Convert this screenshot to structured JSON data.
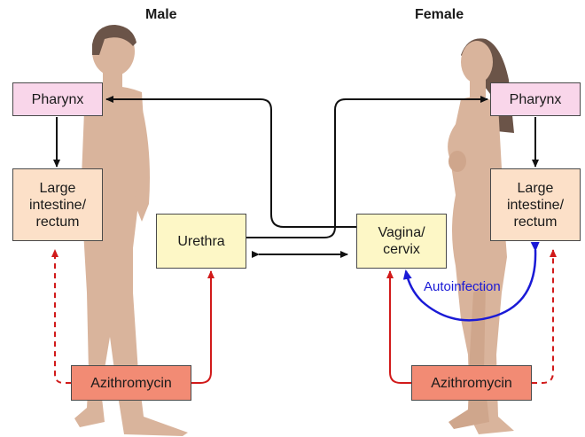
{
  "headers": {
    "male": "Male",
    "female": "Female"
  },
  "male": {
    "pharynx": "Pharynx",
    "intestine": "Large\nintestine/\nrectum",
    "urethra": "Urethra",
    "azithromycin": "Azithromycin"
  },
  "female": {
    "pharynx": "Pharynx",
    "intestine": "Large\nintestine/\nrectum",
    "vagina": "Vagina/\ncervix",
    "azithromycin": "Azithromycin"
  },
  "autoinfection": "Autoinfection",
  "colors": {
    "black_arrow": "#111111",
    "red_arrow": "#d11a1a",
    "blue_arrow": "#1a1ad6",
    "skin": "#d9b49c",
    "hair": "#6b5448"
  }
}
